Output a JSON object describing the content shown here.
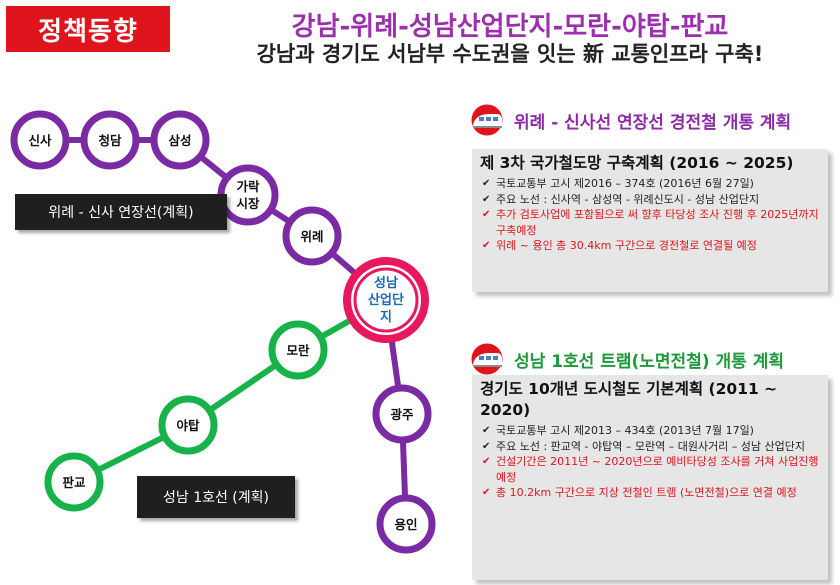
{
  "header": {
    "badge": "정책동향",
    "title": "강남-위례-성남산업단지-모란-야탑-판교",
    "subtitle": "강남과 경기도 서남부 수도권을 잇는 新 교통인프라 구축!"
  },
  "map": {
    "stations": {
      "sinsa": "신사",
      "cheongdam": "청담",
      "samseong": "삼성",
      "garak_line1": "가락",
      "garak_line2": "시장",
      "wirye": "위례",
      "hub_line1": "성남",
      "hub_line2": "산업단",
      "hub_line3": "지",
      "moran": "모란",
      "yatap": "야탑",
      "pangyo": "판교",
      "gwangju": "광주",
      "yongin": "용인"
    },
    "line_labels": {
      "wirye_sinsa": "위례 - 신사 연장선(계획)",
      "seongnam_1": "성남 1호선 (계획)"
    },
    "colors": {
      "purple_line": "#7a2ba3",
      "green_line": "#18b24a",
      "hub_ring": "#e8185f"
    }
  },
  "section1": {
    "heading": "위례 - 신사선 연장선 경전철 개통 계획",
    "icon": "train-icon",
    "panel_title": "제 3차 국가철도망 구축계획 (2016 ~ 2025)",
    "items": [
      "국토교통부 고시 제2016 – 374호 (2016년 6월 27일)",
      "주요 노선 : 신사역 - 삼성역 - 위례신도시 - 성남 산업단지",
      "추가 검토사업에 포함됨으로 써 향후 타당성 조사 진행 후 2025년까지 구축예정",
      "위례 ~ 용인 총 30.4km 구간으로 경전철로 연결될 예정"
    ]
  },
  "section2": {
    "heading": "성남 1호선 트램(노면전철) 개통 계획",
    "icon": "train-icon",
    "panel_title": "경기도 10개년 도시철도 기본계획 (2011 ~ 2020)",
    "items": [
      "국토교통부 고시 제2013 – 434호 (2013년 7월 17일)",
      "주요 노선 : 판교역 - 야탑역 – 모란역 – 대원사거리 – 성남 산업단지",
      "건설기간은 2011년 ~ 2020년으로 예비타당성 조사를 거쳐 사업진행 예정",
      "총 10.2km 구간으로 지상 전철인 트램 (노면전철)으로 연결 예정"
    ]
  }
}
